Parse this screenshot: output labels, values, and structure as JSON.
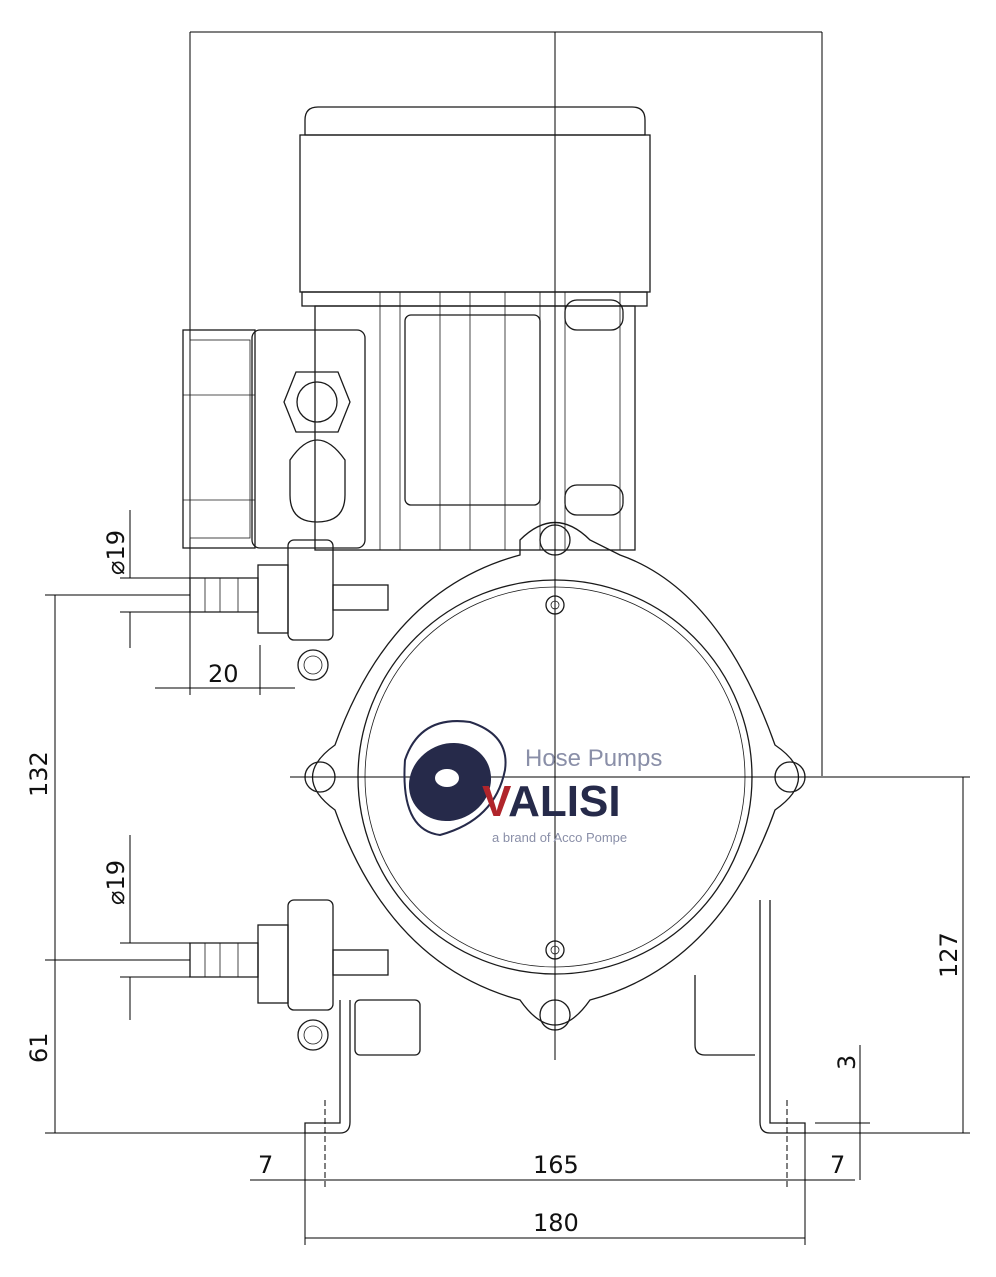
{
  "drawing": {
    "dimensions": {
      "inlet_diameter_top": "19",
      "inlet_diameter_bottom": "19",
      "diameter_symbol": "⌀",
      "port_length": "20",
      "port_spacing_vertical": "132",
      "lower_port_height": "61",
      "center_height": "127",
      "foot_thickness": "3",
      "foot_offset_left": "7",
      "foot_hole_spacing": "165",
      "foot_offset_right": "7",
      "overall_width": "180"
    },
    "logo": {
      "tagline": "Hose Pumps",
      "brand": "VALISI",
      "subtitle": "a brand of Acco Pompe",
      "brand_color": "#262a4a",
      "accent_color": "#b0252b"
    }
  }
}
